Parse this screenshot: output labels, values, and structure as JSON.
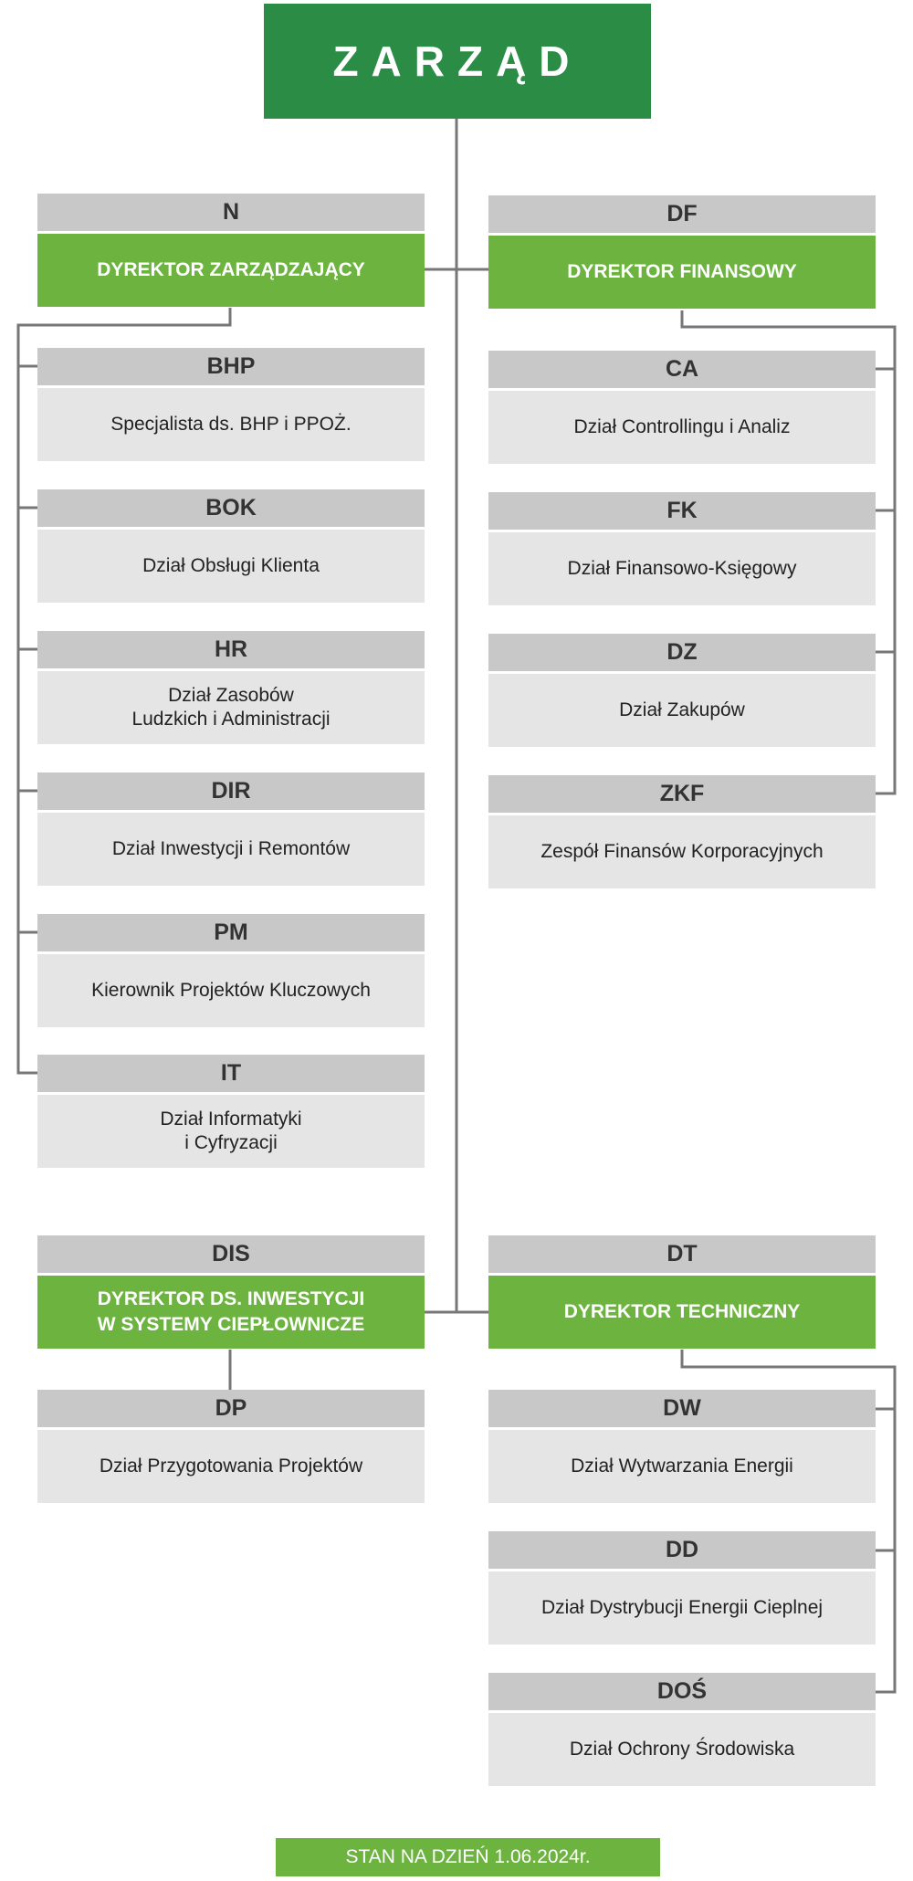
{
  "colors": {
    "board_green": "#2a8c45",
    "director_green": "#6db33f",
    "code_gray": "#c8c8c8",
    "body_gray": "#e5e5e5",
    "line_gray": "#777777"
  },
  "board": {
    "title": "ZARZĄD"
  },
  "directors": {
    "n": {
      "code": "N",
      "title": "DYREKTOR ZARZĄDZAJĄCY"
    },
    "df": {
      "code": "DF",
      "title": "DYREKTOR FINANSOWY"
    },
    "dis": {
      "code": "DIS",
      "title": "DYREKTOR DS. INWESTYCJI\nW SYSTEMY CIEPŁOWNICZE"
    },
    "dt": {
      "code": "DT",
      "title": "DYREKTOR TECHNICZNY"
    }
  },
  "units": {
    "bhp": {
      "code": "BHP",
      "name": "Specjalista ds. BHP i PPOŻ."
    },
    "bok": {
      "code": "BOK",
      "name": "Dział Obsługi Klienta"
    },
    "hr": {
      "code": "HR",
      "name": "Dział Zasobów\nLudzkich i Administracji"
    },
    "dir": {
      "code": "DIR",
      "name": "Dział Inwestycji i Remontów"
    },
    "pm": {
      "code": "PM",
      "name": "Kierownik Projektów Kluczowych"
    },
    "it": {
      "code": "IT",
      "name": "Dział Informatyki\ni Cyfryzacji"
    },
    "ca": {
      "code": "CA",
      "name": "Dział Controllingu i Analiz"
    },
    "fk": {
      "code": "FK",
      "name": "Dział Finansowo-Księgowy"
    },
    "dz": {
      "code": "DZ",
      "name": "Dział Zakupów"
    },
    "zkf": {
      "code": "ZKF",
      "name": "Zespół Finansów Korporacyjnych"
    },
    "dp": {
      "code": "DP",
      "name": "Dział Przygotowania Projektów"
    },
    "dw": {
      "code": "DW",
      "name": "Dział Wytwarzania Energii"
    },
    "dd": {
      "code": "DD",
      "name": "Dział Dystrybucji Energii Cieplnej"
    },
    "dos": {
      "code": "DOŚ",
      "name": "Dział Ochrony Środowiska"
    }
  },
  "footer": {
    "text": "STAN NA DZIEŃ 1.06.2024r."
  }
}
